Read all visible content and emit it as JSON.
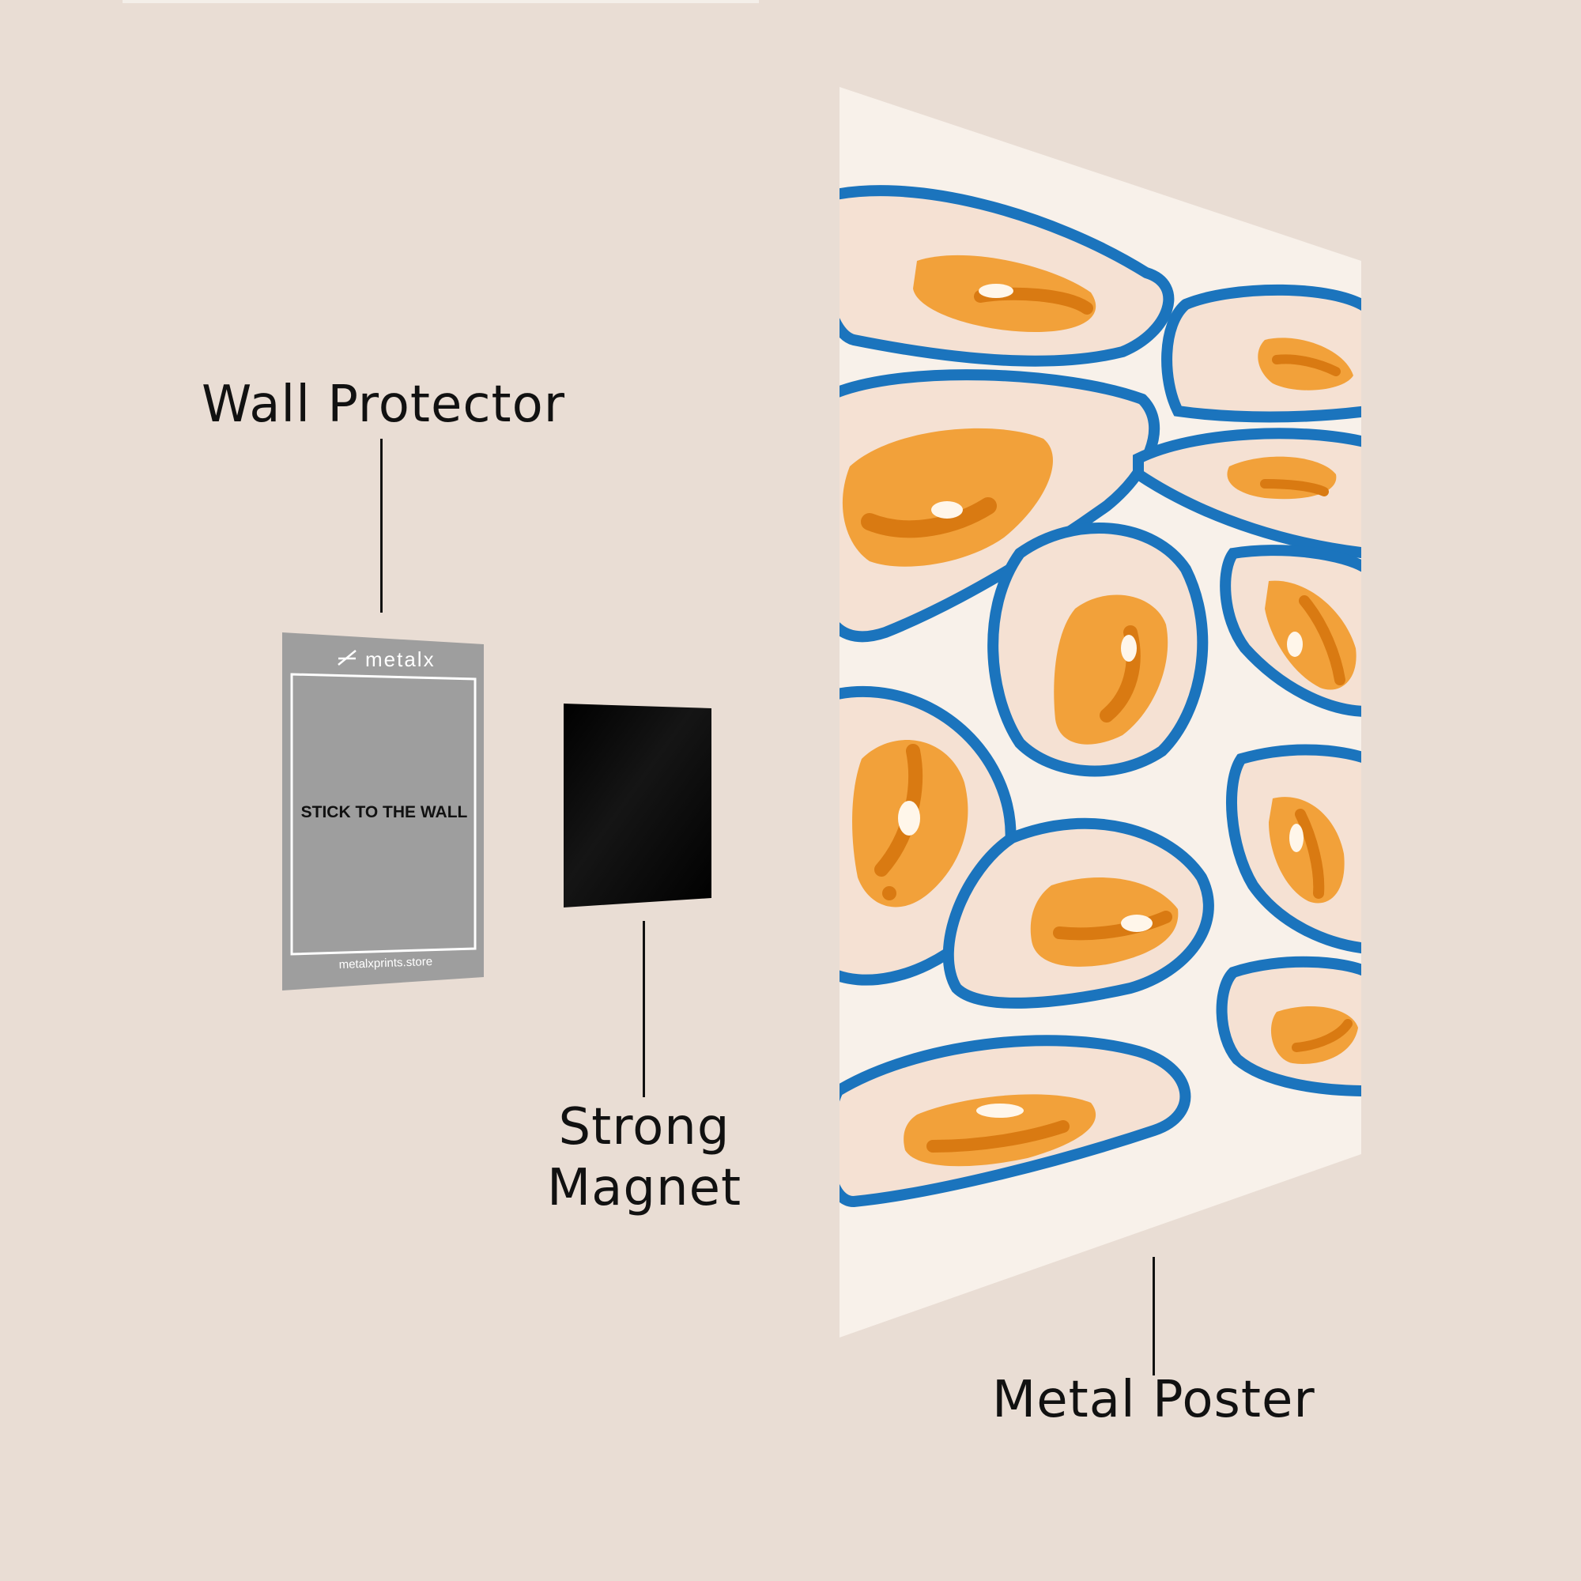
{
  "labels": {
    "wall_protector": "Wall Protector",
    "magnet_line1": "Strong",
    "magnet_line2": "Magnet",
    "metal_poster": "Metal Poster"
  },
  "protector": {
    "brand": "metalx",
    "instruction": "STICK TO THE WALL",
    "website": "metalxprints.store"
  },
  "colors": {
    "background": "#e9ddd4",
    "protector": "#9e9e9e",
    "magnet": "#050505",
    "poster_bg": "#f8f1ea",
    "blue": "#1b74bd",
    "orange": "#f2a13a",
    "orange_dark": "#d97a12",
    "blob_fill": "#f5e1d3"
  }
}
